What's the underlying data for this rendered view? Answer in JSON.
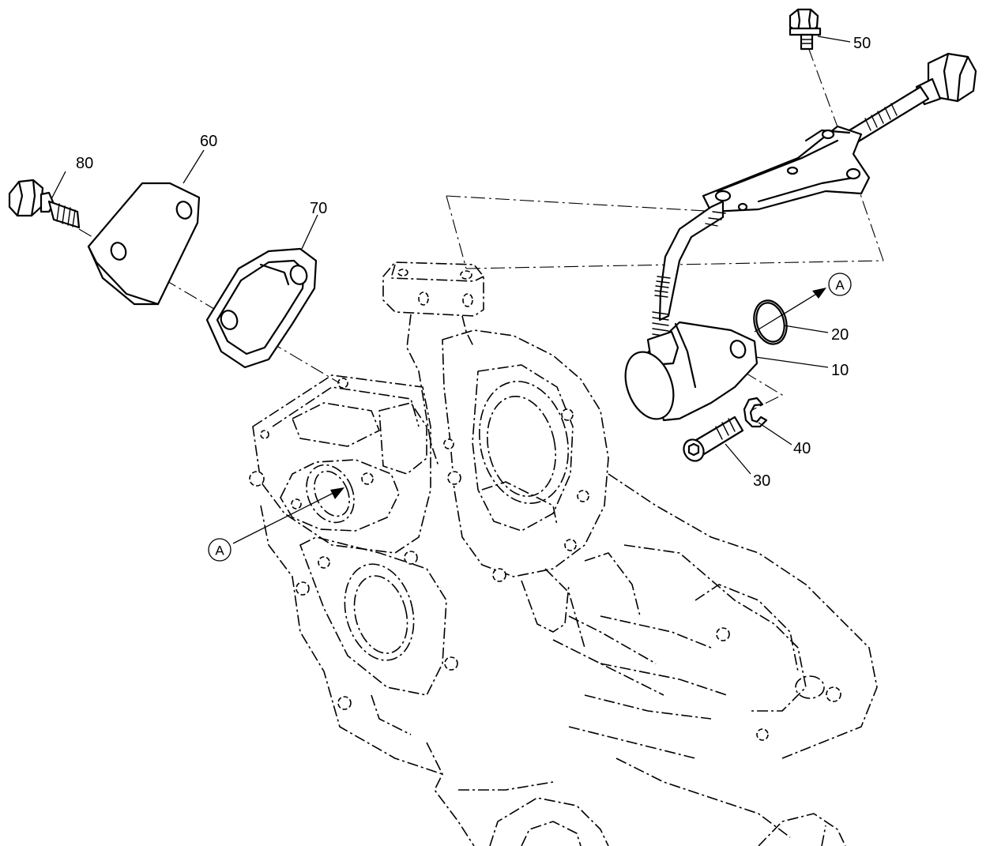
{
  "callouts": {
    "c10": "10",
    "c20": "20",
    "c30": "30",
    "c40": "40",
    "c50": "50",
    "c60": "60",
    "c70": "70",
    "c80": "80"
  },
  "view_refs": {
    "ref_on_sensor": "A",
    "ref_on_housing": "A"
  },
  "colors": {
    "line": "#000000",
    "background": "#ffffff"
  }
}
